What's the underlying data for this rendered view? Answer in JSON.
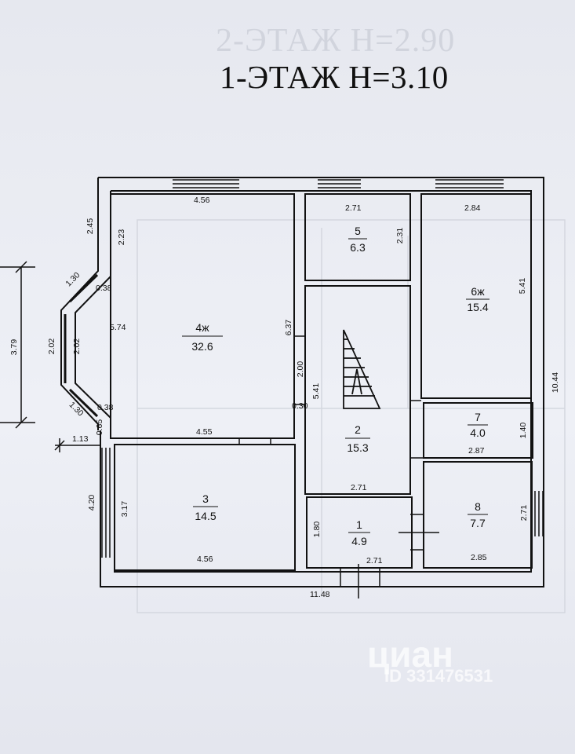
{
  "title": "1-ЭТАЖ  Н=3.10",
  "ghost_title": "2-ЭТАЖ  Н=2.90",
  "rooms": [
    {
      "num": "4ж",
      "area": "32.6"
    },
    {
      "num": "5",
      "area": "6.3"
    },
    {
      "num": "6ж",
      "area": "15.4"
    },
    {
      "num": "2",
      "area": "15.3"
    },
    {
      "num": "7",
      "area": "4.0"
    },
    {
      "num": "3",
      "area": "14.5"
    },
    {
      "num": "1",
      "area": "4.9"
    },
    {
      "num": "8",
      "area": "7.7"
    }
  ],
  "dims": {
    "r4_top": "4.56",
    "r4_left": "5.74",
    "r4_right": "6.37",
    "r4_bottom": "4.55",
    "r4_upper_left": "2.23",
    "r5_top": "2.71",
    "r5_right": "2.31",
    "r6_top": "2.84",
    "r6_right": "5.41",
    "r2_left": "5.41",
    "r2_door": "2.00",
    "r2_bottom": "2.71",
    "r2_wall": "0.30",
    "r7_right": "1.40",
    "r7_bottom": "2.87",
    "r3_left": "3.17",
    "r3_bottom": "4.56",
    "r1_left": "1.80",
    "r1_bottom": "2.71",
    "r8_right": "2.71",
    "r8_bottom": "2.85",
    "outer_top_left": "2.45",
    "outer_right": "10.44",
    "outer_bottom": "11.48",
    "outer_left_lower": "4.20",
    "bay_upper": "1.30",
    "bay_lower": "1.30",
    "bay_left": "2.02",
    "bay_inner": "2.02",
    "bay_upper_wall": "0.38",
    "bay_lower_wall": "0.38",
    "bay_total": "3.79",
    "left_small": "0.65",
    "left_offset": "1.13"
  },
  "watermark": {
    "logo": "циан",
    "id": "ID 331476531"
  }
}
